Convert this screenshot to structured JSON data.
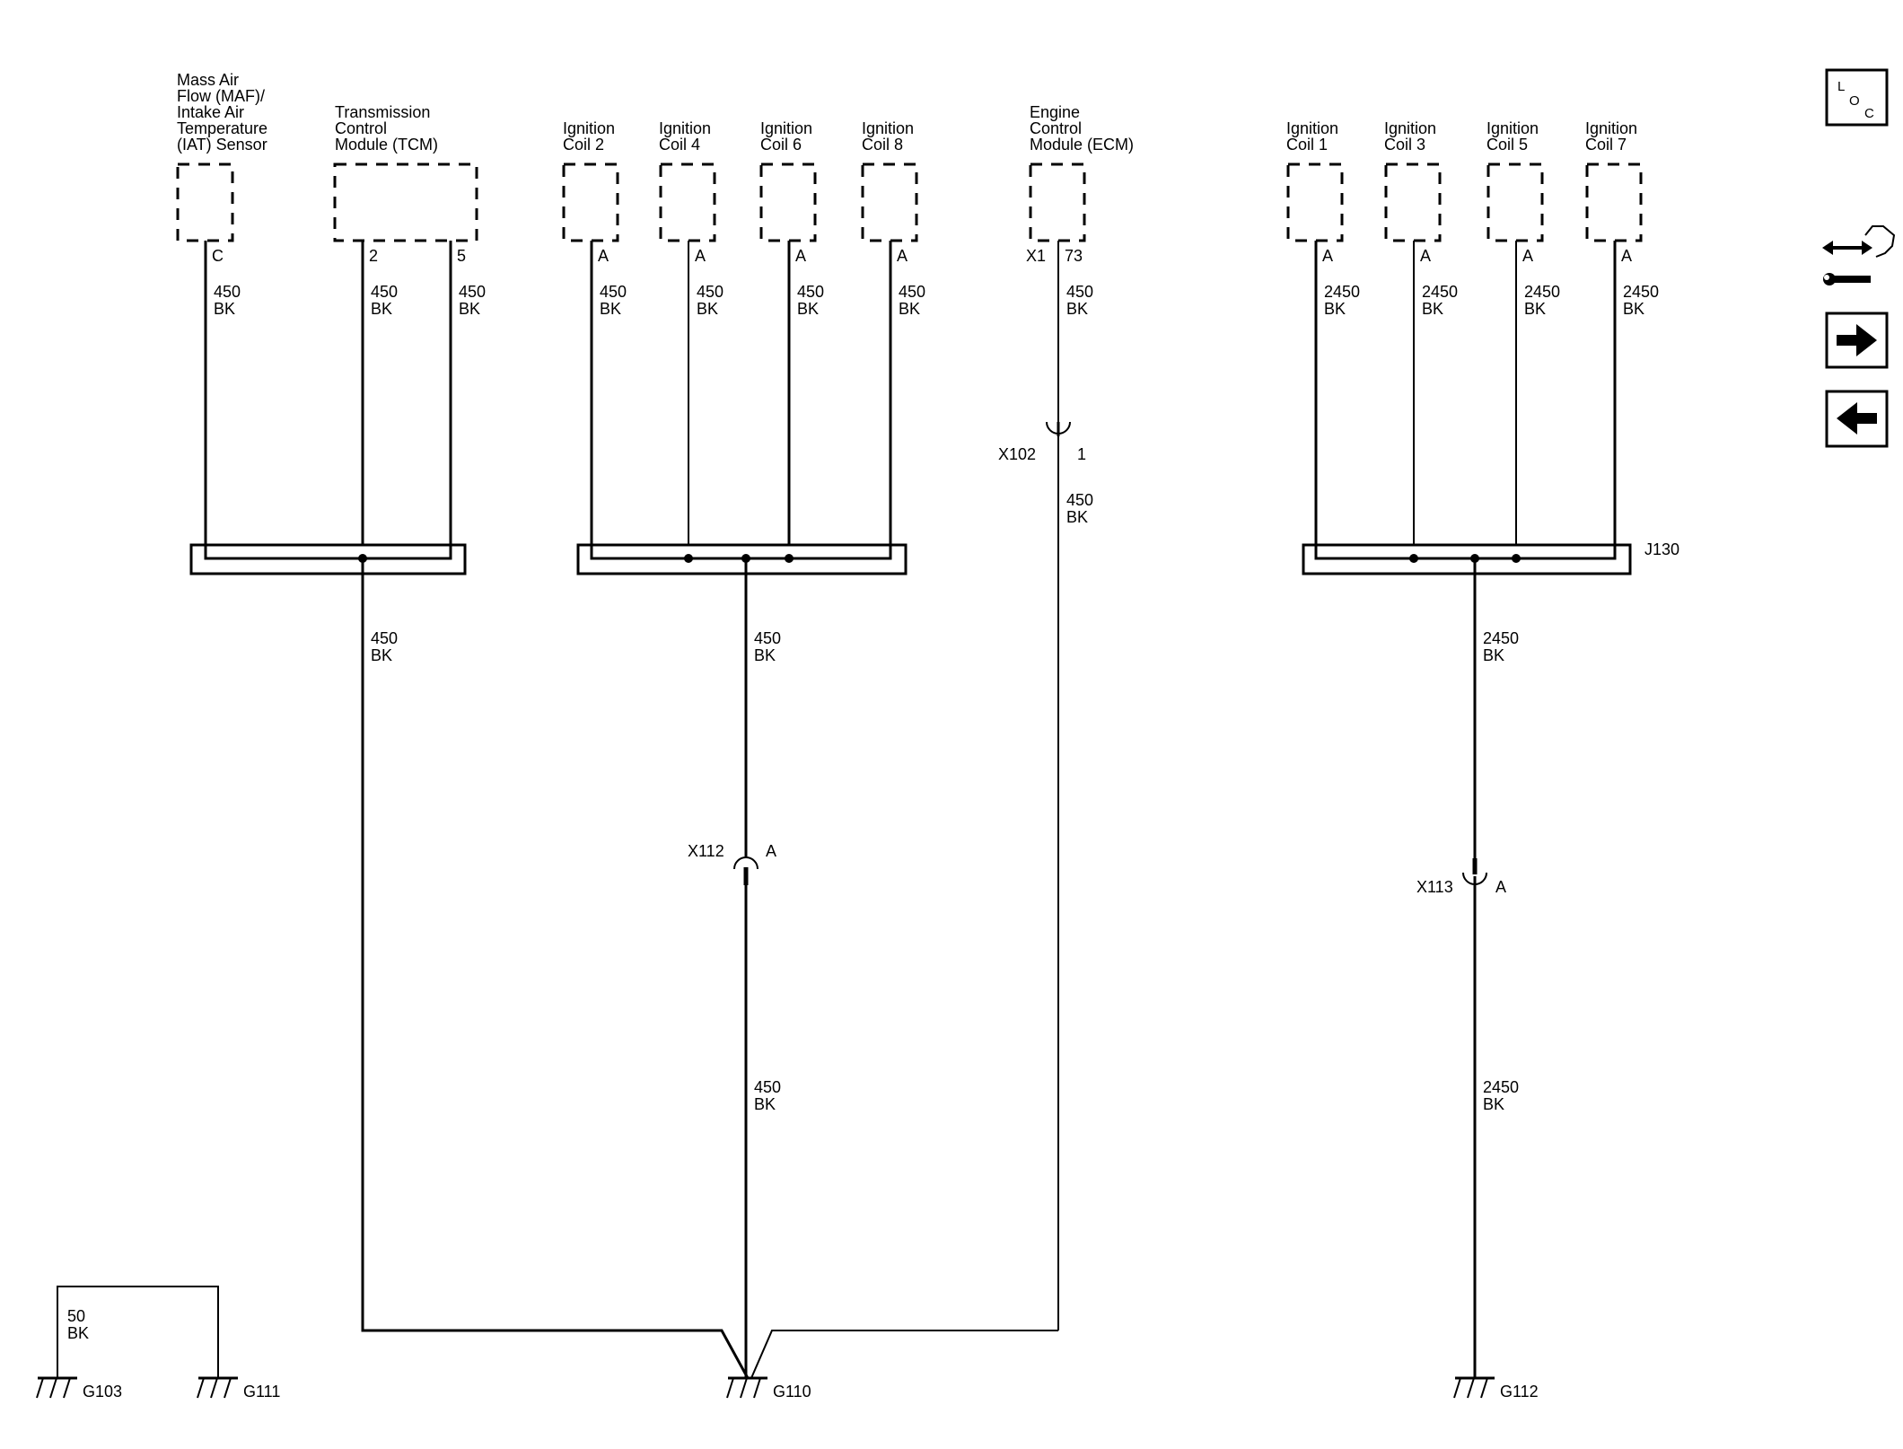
{
  "components": {
    "maf": {
      "lines": [
        "Mass Air",
        "Flow (MAF)/",
        "Intake Air",
        "Temperature",
        "(IAT) Sensor"
      ],
      "pins": [
        "C"
      ]
    },
    "tcm": {
      "lines": [
        "Transmission",
        "Control",
        "Module (TCM)"
      ],
      "pins": [
        "2",
        "5"
      ]
    },
    "coil2": {
      "lines": [
        "Ignition",
        "Coil 2"
      ],
      "pins": [
        "A"
      ]
    },
    "coil4": {
      "lines": [
        "Ignition",
        "Coil 4"
      ],
      "pins": [
        "A"
      ]
    },
    "coil6": {
      "lines": [
        "Ignition",
        "Coil 6"
      ],
      "pins": [
        "A"
      ]
    },
    "coil8": {
      "lines": [
        "Ignition",
        "Coil 8"
      ],
      "pins": [
        "A"
      ]
    },
    "ecm": {
      "lines": [
        "Engine",
        "Control",
        "Module (ECM)"
      ],
      "connector": "X1",
      "pins": [
        "73"
      ]
    },
    "coil1": {
      "lines": [
        "Ignition",
        "Coil 1"
      ],
      "pins": [
        "A"
      ]
    },
    "coil3": {
      "lines": [
        "Ignition",
        "Coil 3"
      ],
      "pins": [
        "A"
      ]
    },
    "coil5": {
      "lines": [
        "Ignition",
        "Coil 5"
      ],
      "pins": [
        "A"
      ]
    },
    "coil7": {
      "lines": [
        "Ignition",
        "Coil 7"
      ],
      "pins": [
        "A"
      ]
    }
  },
  "wires": {
    "maf_c": {
      "circuit": "450",
      "color": "BK"
    },
    "tcm_2": {
      "circuit": "450",
      "color": "BK"
    },
    "tcm_5": {
      "circuit": "450",
      "color": "BK"
    },
    "coil2_a": {
      "circuit": "450",
      "color": "BK"
    },
    "coil4_a": {
      "circuit": "450",
      "color": "BK"
    },
    "coil6_a": {
      "circuit": "450",
      "color": "BK"
    },
    "coil8_a": {
      "circuit": "450",
      "color": "BK"
    },
    "ecm_73": {
      "circuit": "450",
      "color": "BK"
    },
    "ecm_lower": {
      "circuit": "450",
      "color": "BK"
    },
    "coil1_a": {
      "circuit": "2450",
      "color": "BK"
    },
    "coil3_a": {
      "circuit": "2450",
      "color": "BK"
    },
    "coil5_a": {
      "circuit": "2450",
      "color": "BK"
    },
    "coil7_a": {
      "circuit": "2450",
      "color": "BK"
    },
    "tcm_out": {
      "circuit": "450",
      "color": "BK"
    },
    "coilsL_out": {
      "circuit": "450",
      "color": "BK"
    },
    "x112_lower": {
      "circuit": "450",
      "color": "BK"
    },
    "coilsR_out": {
      "circuit": "2450",
      "color": "BK"
    },
    "x113_lower": {
      "circuit": "2450",
      "color": "BK"
    },
    "g103_g111": {
      "circuit": "50",
      "color": "BK"
    }
  },
  "connectors": {
    "x102": {
      "id": "X102",
      "pin": "1"
    },
    "x112": {
      "id": "X112",
      "pin": "A"
    },
    "x113": {
      "id": "X113",
      "pin": "A"
    }
  },
  "splices": {
    "j130": "J130"
  },
  "grounds": {
    "g103": "G103",
    "g111": "G111",
    "g110": "G110",
    "g112": "G112"
  },
  "nav": {
    "loc": {
      "l": "L",
      "o": "O",
      "c": "C"
    },
    "icons": [
      "component-swap-icon",
      "forward-arrow-icon",
      "back-arrow-icon"
    ]
  }
}
